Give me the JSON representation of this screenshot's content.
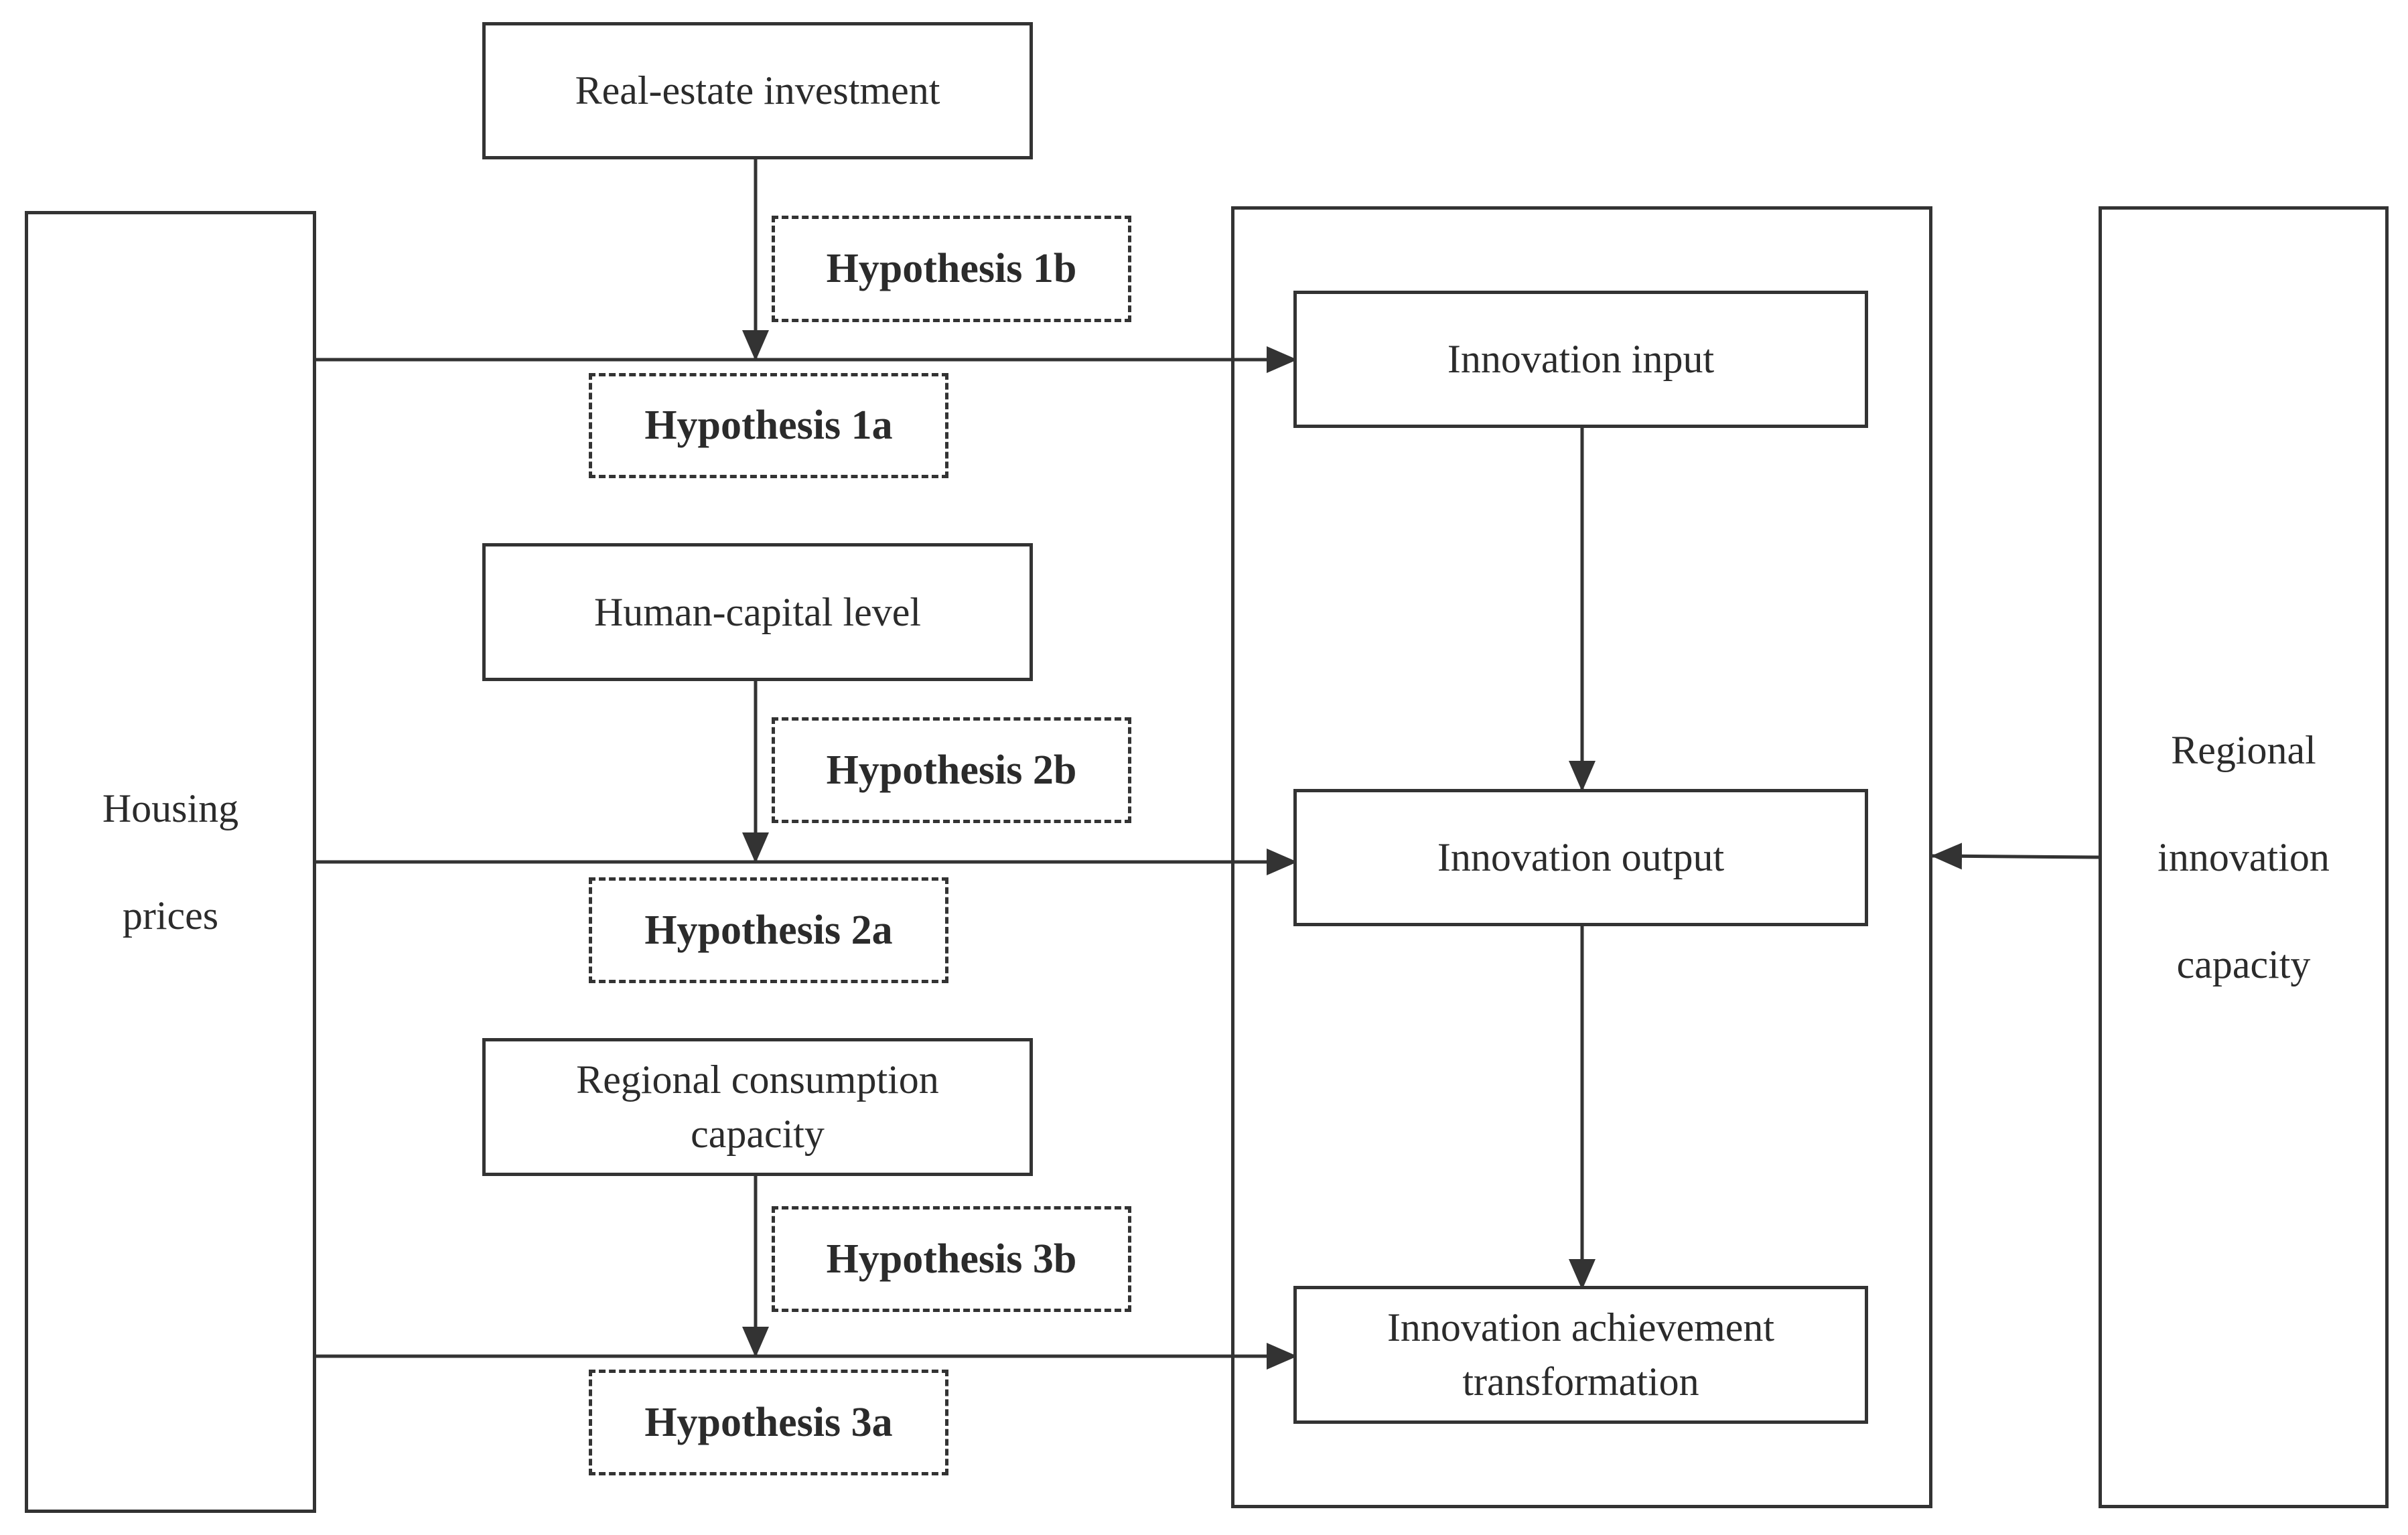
{
  "diagram": {
    "left_box": {
      "line1": "Housing",
      "line2": "prices"
    },
    "right_box": {
      "line1": "Regional",
      "line2": "innovation",
      "line3": "capacity"
    },
    "mediators": {
      "m1": "Real-estate investment",
      "m2": "Human-capital level",
      "m3_line1": "Regional consumption",
      "m3_line2": "capacity"
    },
    "outcomes": {
      "o1": "Innovation input",
      "o2": "Innovation output",
      "o3_line1": "Innovation achievement",
      "o3_line2": "transformation"
    },
    "hypotheses": {
      "h1a": "Hypothesis 1a",
      "h1b": "Hypothesis 1b",
      "h2a": "Hypothesis 2a",
      "h2b": "Hypothesis 2b",
      "h3a": "Hypothesis 3a",
      "h3b": "Hypothesis 3b"
    },
    "colors": {
      "line": "#333333",
      "text": "#2b2b2b",
      "background": "#ffffff"
    }
  }
}
